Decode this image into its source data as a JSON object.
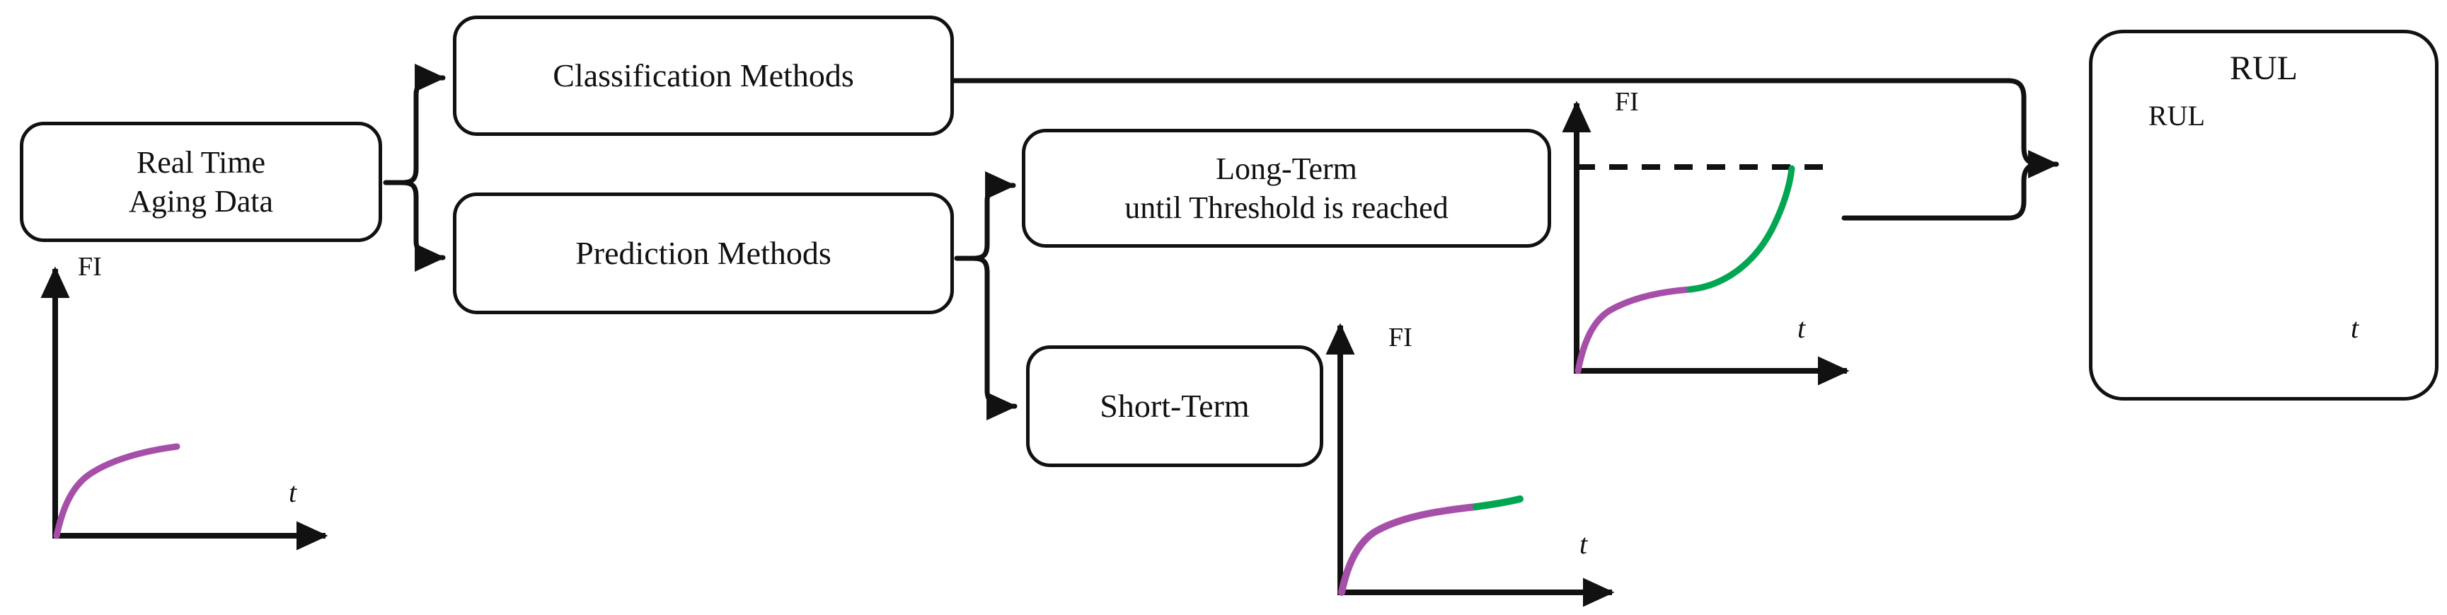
{
  "diagram": {
    "title": "Real Time Aging Data prognostics flow",
    "background": "#ffffff",
    "line_color": "#111111",
    "colors": {
      "measured_curve": "#A64FA8",
      "predicted_curve": "#00A651",
      "rul_curve": "#1F77B4",
      "threshold_line": "#111111",
      "box_border": "#111111"
    }
  },
  "nodes": {
    "real_time_aging_data": {
      "label": "Real Time\nAging Data"
    },
    "classification_methods": {
      "label": "Classification Methods"
    },
    "prediction_methods": {
      "label": "Prediction Methods"
    },
    "long_term": {
      "label": "Long-Term\nuntil Threshold is reached"
    },
    "short_term": {
      "label": "Short-Term"
    },
    "rul_panel": {
      "title": "RUL"
    }
  },
  "charts": [
    {
      "id": "chart1",
      "name": "real-time-aging-data-chart",
      "type": "line",
      "ylabel": "FI",
      "xlabel": "t",
      "axes": {
        "x_arrow": true,
        "y_arrow": true
      },
      "series": [
        {
          "name": "measured",
          "color": "#A64FA8",
          "style": "solid"
        }
      ],
      "threshold": null
    },
    {
      "id": "chart2",
      "name": "long-term-prediction-chart",
      "type": "line",
      "ylabel": "FI",
      "xlabel": "t",
      "axes": {
        "x_arrow": true,
        "y_arrow": true
      },
      "series": [
        {
          "name": "measured",
          "color": "#A64FA8",
          "style": "solid"
        },
        {
          "name": "predicted",
          "color": "#00A651",
          "style": "solid"
        }
      ],
      "threshold": {
        "label": "",
        "style": "dashed",
        "color": "#111111"
      }
    },
    {
      "id": "chart3",
      "name": "short-term-prediction-chart",
      "type": "line",
      "ylabel": "FI",
      "xlabel": "t",
      "axes": {
        "x_arrow": true,
        "y_arrow": true
      },
      "series": [
        {
          "name": "measured",
          "color": "#A64FA8",
          "style": "solid"
        },
        {
          "name": "predicted",
          "color": "#00A651",
          "style": "solid"
        }
      ],
      "threshold": null
    },
    {
      "id": "chart4",
      "name": "rul-chart",
      "type": "line",
      "ylabel": "RUL",
      "xlabel": "t",
      "axes": {
        "x_arrow": true,
        "y_arrow": true
      },
      "series": [
        {
          "name": "rul",
          "color": "#1F77B4",
          "style": "solid"
        }
      ],
      "threshold": null
    }
  ],
  "labels": {
    "fi": "FI",
    "t": "t",
    "rul": "RUL"
  },
  "connectors": [
    {
      "name": "brace-aging-to-methods",
      "from": "real_time_aging_data",
      "to": [
        "classification_methods",
        "prediction_methods"
      ],
      "glyph": "brace-right"
    },
    {
      "name": "brace-prediction-to-terms",
      "from": "prediction_methods",
      "to": [
        "long_term",
        "short_term"
      ],
      "glyph": "brace-right"
    },
    {
      "name": "merge-to-rul",
      "from": [
        "classification_methods",
        "long_term"
      ],
      "to": "rul_panel",
      "glyph": "brace-left"
    }
  ]
}
